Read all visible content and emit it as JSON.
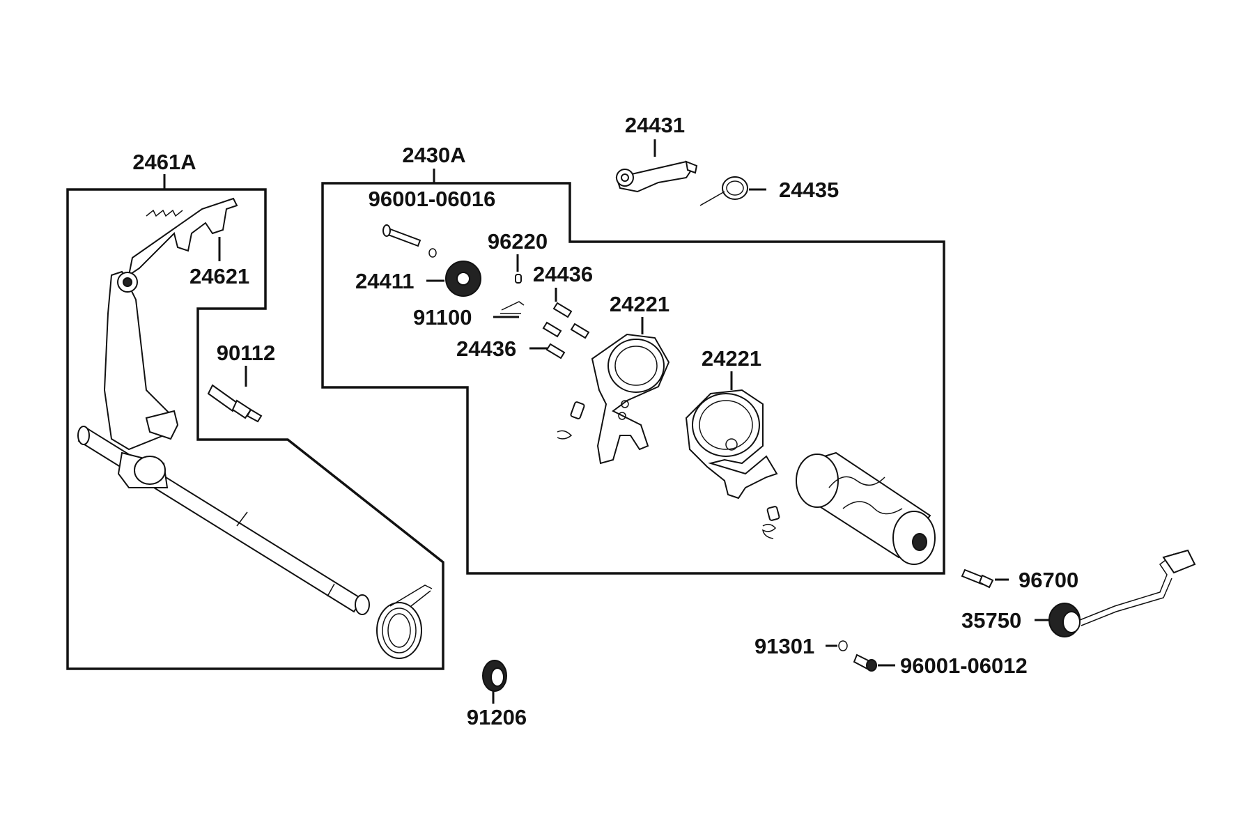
{
  "diagram": {
    "groups": [
      {
        "id": "2461A",
        "label": "2461A"
      },
      {
        "id": "2430A",
        "label": "2430A"
      }
    ],
    "part_labels": {
      "p24431": "24431",
      "p24435": "24435",
      "p96001_06016": "96001-06016",
      "p96220": "96220",
      "p24411": "24411",
      "p24436_top": "24436",
      "p91100": "91100",
      "p24221_a": "24221",
      "p24436_bottom": "24436",
      "p24221_b": "24221",
      "p24621": "24621",
      "p90112": "90112",
      "p96700": "96700",
      "p35750": "35750",
      "p91301": "91301",
      "p96001_06012": "96001-06012",
      "p91206": "91206"
    }
  }
}
